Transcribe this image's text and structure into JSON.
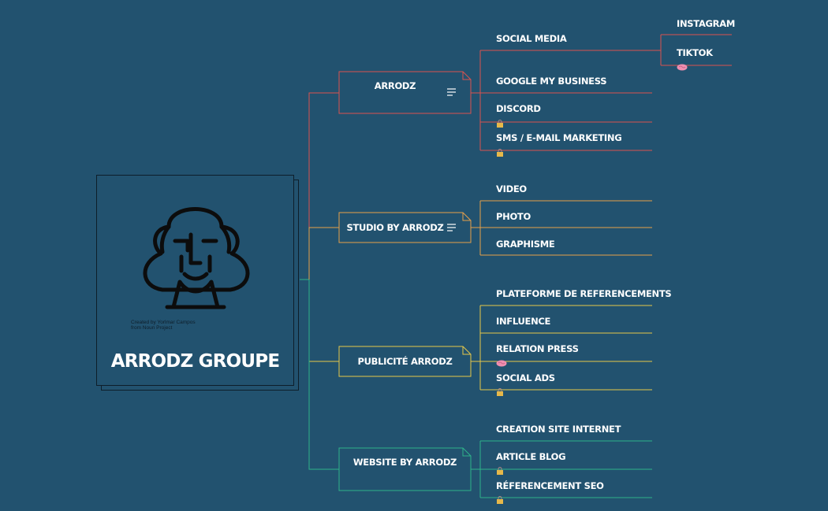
{
  "central": {
    "title": "ARRODZ GROUPE",
    "credit_line1": "Created by Yorlmar Campos",
    "credit_line2": "from Noun Project",
    "logo_icon": "cloud-face-icon"
  },
  "colors": {
    "background": "#22526f",
    "arrodz": "#d9534f",
    "studio": "#e6a04a",
    "publicite": "#e6c84a",
    "website": "#2fb38a",
    "central_border": "#0e1e2a"
  },
  "branches": {
    "arrodz": {
      "label": "ARRODZ",
      "children": {
        "social_media": "SOCIAL MEDIA",
        "instagram": "INSTAGRAM",
        "tiktok": "TIKTOK",
        "google": "GOOGLE MY BUSINESS",
        "discord": "DISCORD",
        "sms": "SMS / E-MAIL MARKETING"
      }
    },
    "studio": {
      "label": "STUDIO BY ARRODZ",
      "children": {
        "video": "VIDEO",
        "photo": "PHOTO",
        "graphisme": "GRAPHISME"
      }
    },
    "publicite": {
      "label": "PUBLICITÉ ARRODZ",
      "children": {
        "plateforme": "PLATEFORME DE REFERENCEMENTS",
        "influence": "INFLUENCE",
        "relation": "RELATION PRESS",
        "social_ads": "SOCIAL ADS"
      }
    },
    "website": {
      "label": "WEBSITE BY ARRODZ",
      "children": {
        "creation": "CREATION SITE INTERNET",
        "article": "ARTICLE BLOG",
        "seo": "RÉFERENCEMENT SEO"
      }
    }
  }
}
